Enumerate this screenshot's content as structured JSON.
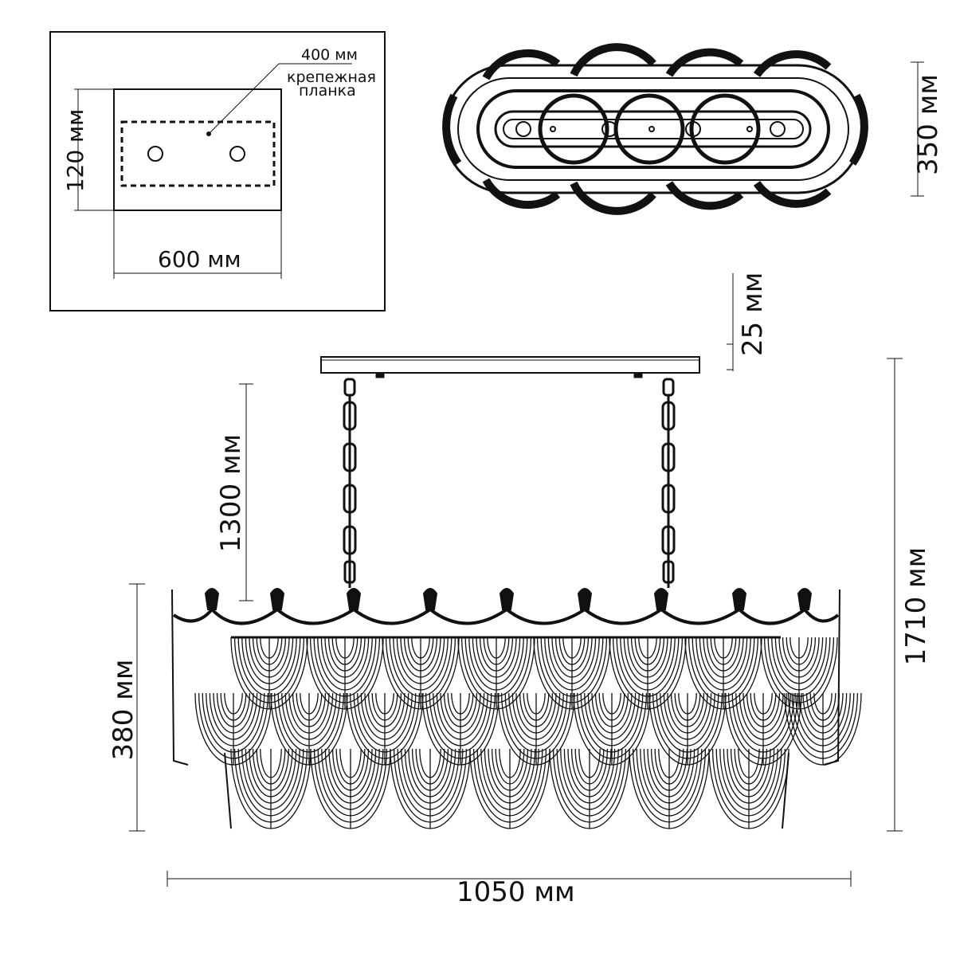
{
  "plate_view": {
    "plate_width": "600 мм",
    "plate_height": "120 мм",
    "bracket_length": "400 мм",
    "bracket_label_line1": "крепежная",
    "bracket_label_line2": "планка"
  },
  "top_view": {
    "depth": "350 мм"
  },
  "side_view": {
    "canopy_height": "25 мм",
    "chain_length": "1300 мм",
    "body_height": "380 мм",
    "total_height": "1710 мм",
    "total_width": "1050 мм"
  },
  "colors": {
    "line": "#111111",
    "background": "#ffffff"
  }
}
